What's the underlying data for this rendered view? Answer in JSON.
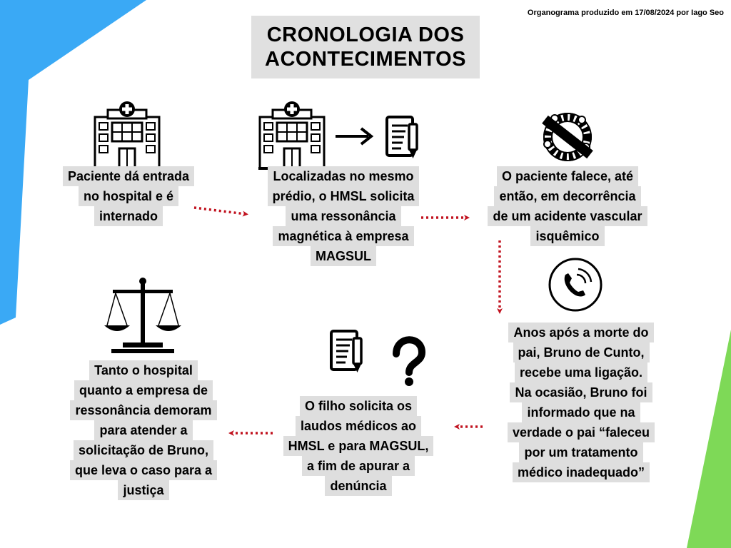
{
  "credit": "Organograma produzido em 17/08/2024 por Iago Seo",
  "title": [
    "CRONOLOGIA DOS",
    "ACONTECIMENTOS"
  ],
  "steps": [
    {
      "lines": [
        "Paciente dá entrada",
        "no hospital e é",
        "internado"
      ],
      "icons": [
        "hospital-icon"
      ]
    },
    {
      "lines": [
        "Localizadas no mesmo",
        "prédio, o HMSL solicita",
        "uma ressonância",
        "magnética à empresa",
        "MAGSUL"
      ],
      "icons": [
        "hospital-icon",
        "arrow-right-icon",
        "document-pen-icon"
      ]
    },
    {
      "lines": [
        "O paciente falece, até",
        "então, em decorrência",
        "de um acidente vascular",
        "isquêmico"
      ],
      "icons": [
        "funeral-wreath-icon"
      ]
    },
    {
      "lines": [
        "Anos após a morte do",
        "pai, Bruno de Cunto,",
        "recebe uma ligação.",
        "Na ocasião, Bruno foi",
        "informado que na",
        "verdade o pai “faleceu",
        "por um tratamento",
        "médico inadequado”"
      ],
      "icons": [
        "phone-call-icon"
      ]
    },
    {
      "lines": [
        "O filho solicita os",
        "laudos médicos ao",
        "HMSL e para MAGSUL,",
        "a fim de apurar a",
        "denúncia"
      ],
      "icons": [
        "document-pen-icon",
        "question-mark-icon"
      ]
    },
    {
      "lines": [
        "Tanto o hospital",
        "quanto a empresa de",
        "ressonância demoram",
        "para atender a",
        "solicitação de Bruno,",
        "que leva o caso para a",
        "justiça"
      ],
      "icons": [
        "scales-of-justice-icon"
      ]
    }
  ],
  "colors": {
    "accent_blue": "#3aa9f5",
    "accent_green": "#7ed957",
    "arrow_red": "#c1121f",
    "label_bg": "#dedede"
  }
}
